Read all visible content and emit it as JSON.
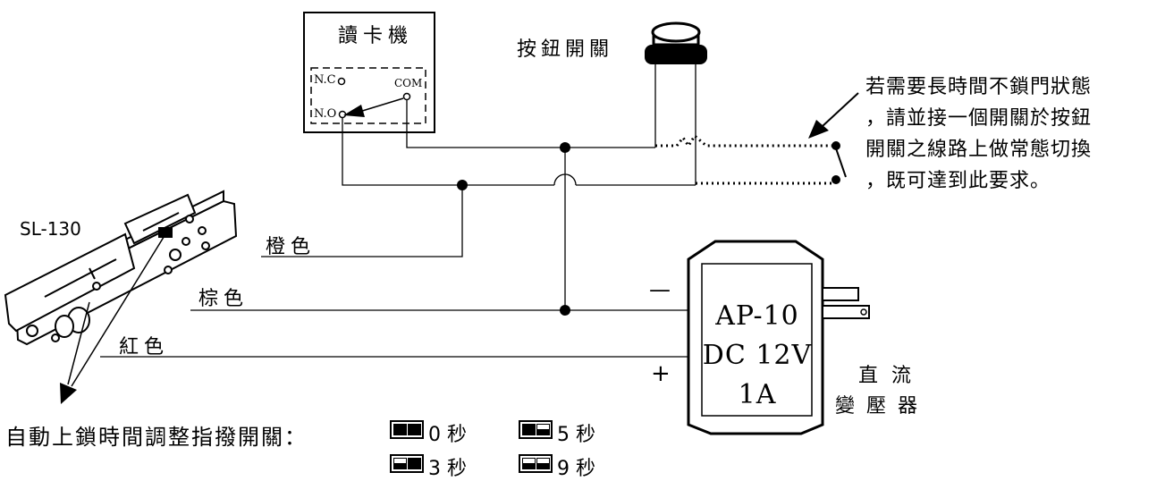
{
  "card_reader": {
    "title": "讀卡機",
    "nc": "N.C",
    "no": "N.O",
    "com": "COM"
  },
  "push_button": {
    "label": "按鈕開關"
  },
  "lock": {
    "model": "SL-130",
    "wires": {
      "orange": "橙色",
      "brown": "棕色",
      "red": "紅色"
    }
  },
  "adapter": {
    "lines": [
      "AP-10",
      "DC 12V",
      "1A"
    ],
    "minus": "—",
    "plus": "+",
    "label_line1": "直 流",
    "label_line2": "變 壓 器"
  },
  "note": {
    "lines": [
      "若需要長時間不鎖門狀態",
      "，請並接一個開關於按鈕",
      "開關之線路上做常態切換",
      "，既可達到此要求。"
    ]
  },
  "dip_switch": {
    "caption": "自動上鎖時間調整指撥開關：",
    "settings": [
      {
        "value": "0 秒",
        "left": "top",
        "right": "top"
      },
      {
        "value": "5 秒",
        "left": "top",
        "right": "bottom"
      },
      {
        "value": "3 秒",
        "left": "bottom",
        "right": "top"
      },
      {
        "value": "9 秒",
        "left": "bottom",
        "right": "bottom"
      }
    ]
  }
}
